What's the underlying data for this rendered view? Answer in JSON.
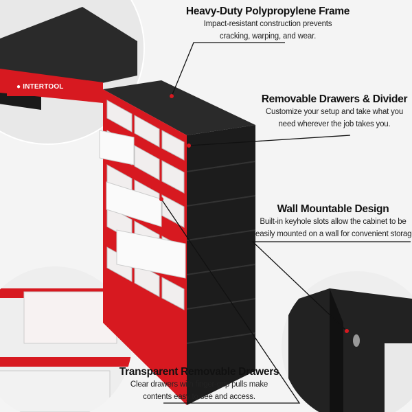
{
  "brand": {
    "logo_text": "INTERTOOL",
    "accent_color": "#d71920",
    "body_color": "#1e1e1e"
  },
  "features": [
    {
      "title": "Heavy-Duty Polypropylene Frame",
      "lines": [
        "Impact-resistant construction prevents",
        "cracking, warping, and wear."
      ]
    },
    {
      "title": "Removable Drawers & Divider",
      "lines": [
        "Customize your setup and take what you",
        "need wherever the job takes you."
      ]
    },
    {
      "title": "Wall Mountable Design",
      "lines": [
        "Built-in keyhole slots allow the cabinet to be",
        "easily mounted on a wall for convenient storage."
      ]
    },
    {
      "title": "Transparent Removable Drawers",
      "lines": [
        "Clear drawers with finger-grip pulls make",
        "contents easy to see and access."
      ]
    }
  ]
}
